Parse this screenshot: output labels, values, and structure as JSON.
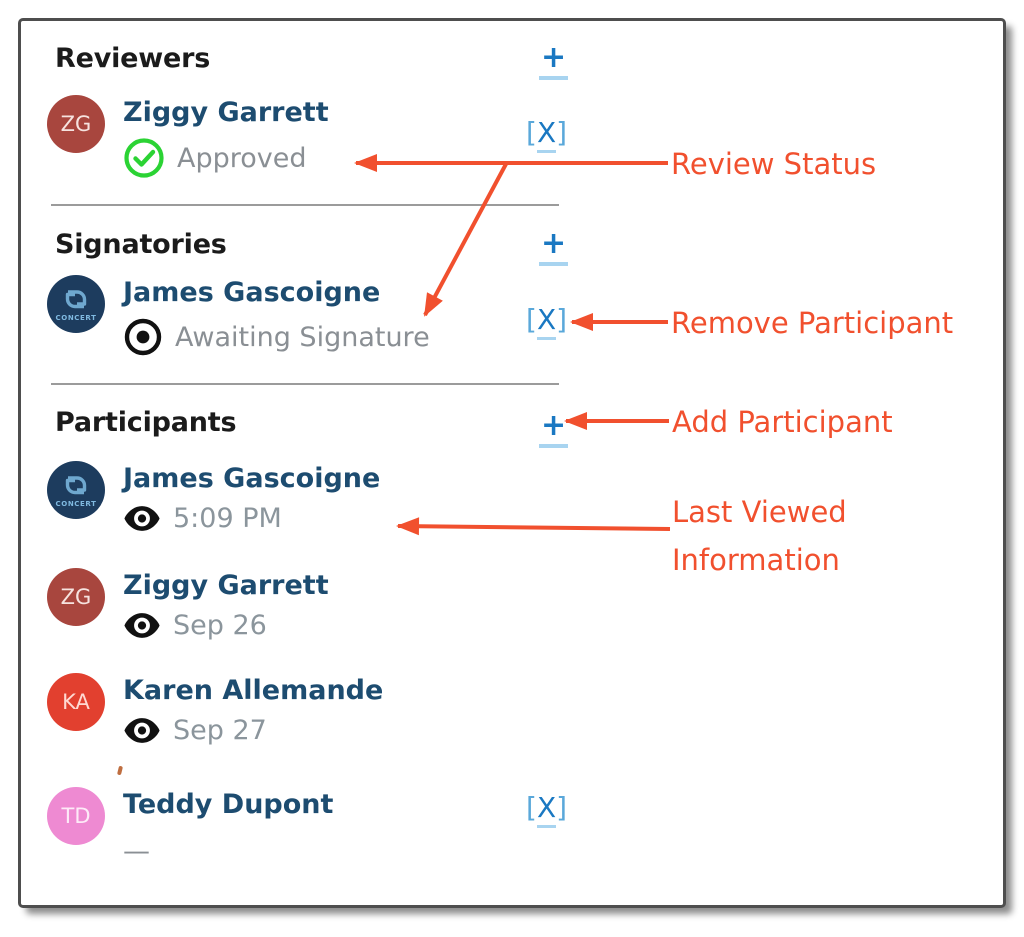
{
  "reviewers": {
    "title": "Reviewers",
    "add_label": "+",
    "member": {
      "name": "Ziggy Garrett",
      "initials": "ZG",
      "status": "Approved"
    }
  },
  "signatories": {
    "title": "Signatories",
    "add_label": "+",
    "member": {
      "name": "James Gascoigne",
      "org": "CONCERT",
      "status": "Awaiting Signature"
    }
  },
  "participants": {
    "title": "Participants",
    "add_label": "+",
    "members": [
      {
        "name": "James Gascoigne",
        "org": "CONCERT",
        "last_viewed": "5:09 PM"
      },
      {
        "name": "Ziggy Garrett",
        "initials": "ZG",
        "last_viewed": "Sep 26"
      },
      {
        "name": "Karen Allemande",
        "initials": "KA",
        "last_viewed": "Sep 27"
      },
      {
        "name": "Teddy Dupont",
        "initials": "TD",
        "last_viewed": "—"
      }
    ]
  },
  "remove_button": {
    "open": "[",
    "x": "X",
    "close": "]"
  },
  "annotations": {
    "review_status": "Review Status",
    "remove_participant": "Remove Participant",
    "add_participant": "Add Participant",
    "last_viewed_line1": "Last Viewed",
    "last_viewed_line2": "Information"
  },
  "colors": {
    "accent_blue": "#1a78c2",
    "link_underline_blue": "#a8d4f0",
    "annotation_red": "#f1502e",
    "approved_green": "#2bd334",
    "name_navy": "#1d4c70",
    "status_gray": "#8a8f94",
    "avatar_zg": "#a8463e",
    "avatar_ka": "#e2402f",
    "avatar_td": "#ee8ad2",
    "avatar_concert": "#1d3c5e"
  }
}
